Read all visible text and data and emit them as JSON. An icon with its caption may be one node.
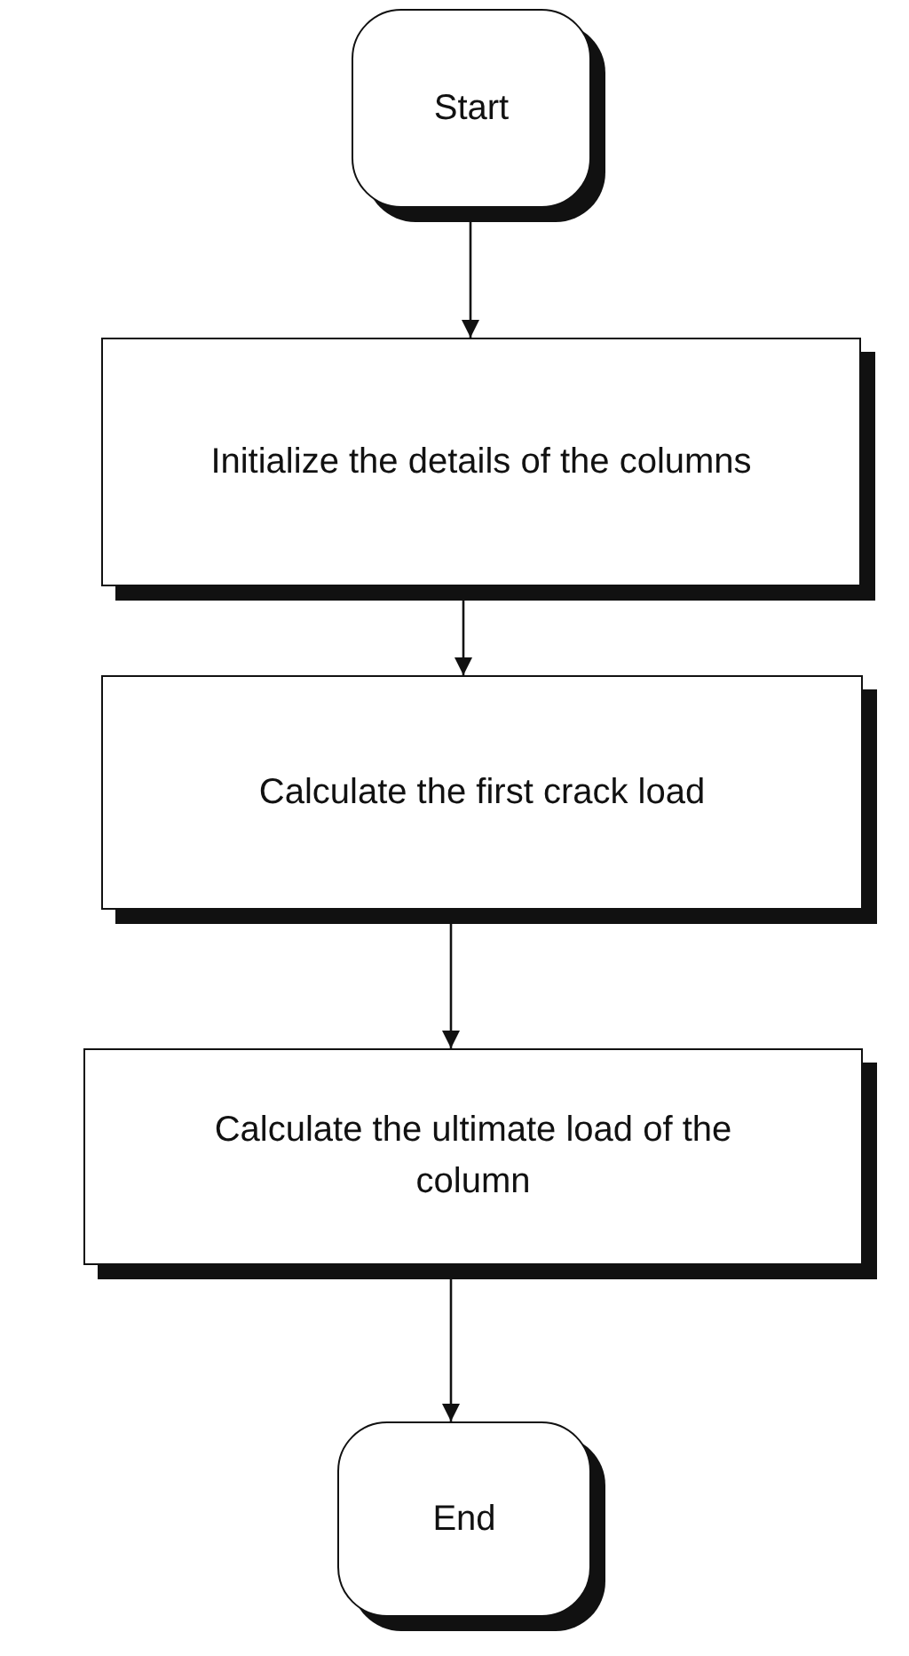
{
  "diagram": {
    "nodes": [
      {
        "text": [
          "Start"
        ]
      },
      {
        "text": [
          "Initialize the details of the columns"
        ]
      },
      {
        "text": [
          "Calculate the first crack load"
        ]
      },
      {
        "text": [
          "Calculate the ultimate load of the column"
        ]
      },
      {
        "text": [
          "End"
        ]
      }
    ],
    "edges": [
      {
        "from": 0,
        "to": 1,
        "arrow": "to"
      },
      {
        "from": 1,
        "to": 2,
        "arrow": "to"
      },
      {
        "from": 2,
        "to": 3,
        "arrow": "to"
      },
      {
        "from": 3,
        "to": 4,
        "arrow": "to"
      }
    ]
  }
}
